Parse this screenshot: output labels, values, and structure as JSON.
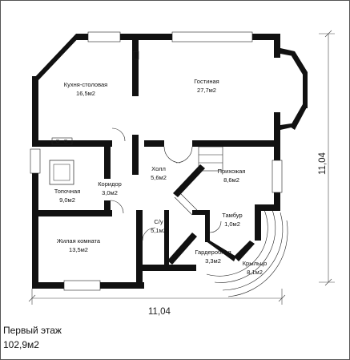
{
  "floor": {
    "title": "Первый этаж",
    "total_area": "102,9м2"
  },
  "dimensions": {
    "width": "11,04",
    "depth": "11,04"
  },
  "rooms": [
    {
      "name": "Кухня-столовая",
      "area": "16,5м2"
    },
    {
      "name": "Гостиная",
      "area": "27,7м2"
    },
    {
      "name": "Холл",
      "area": "5,6м2"
    },
    {
      "name": "Прихожая",
      "area": "8,6м2"
    },
    {
      "name": "Топочная",
      "area": "9,0м2"
    },
    {
      "name": "Коридор",
      "area": "3,0м2"
    },
    {
      "name": "С/у",
      "area": "5,1м2"
    },
    {
      "name": "Тамбур",
      "area": "1,0м2"
    },
    {
      "name": "Гардеробная",
      "area": "3,3м2"
    },
    {
      "name": "Крыльцо",
      "area": "8,1м2"
    },
    {
      "name": "Жилая комната",
      "area": "13,5м2"
    }
  ]
}
